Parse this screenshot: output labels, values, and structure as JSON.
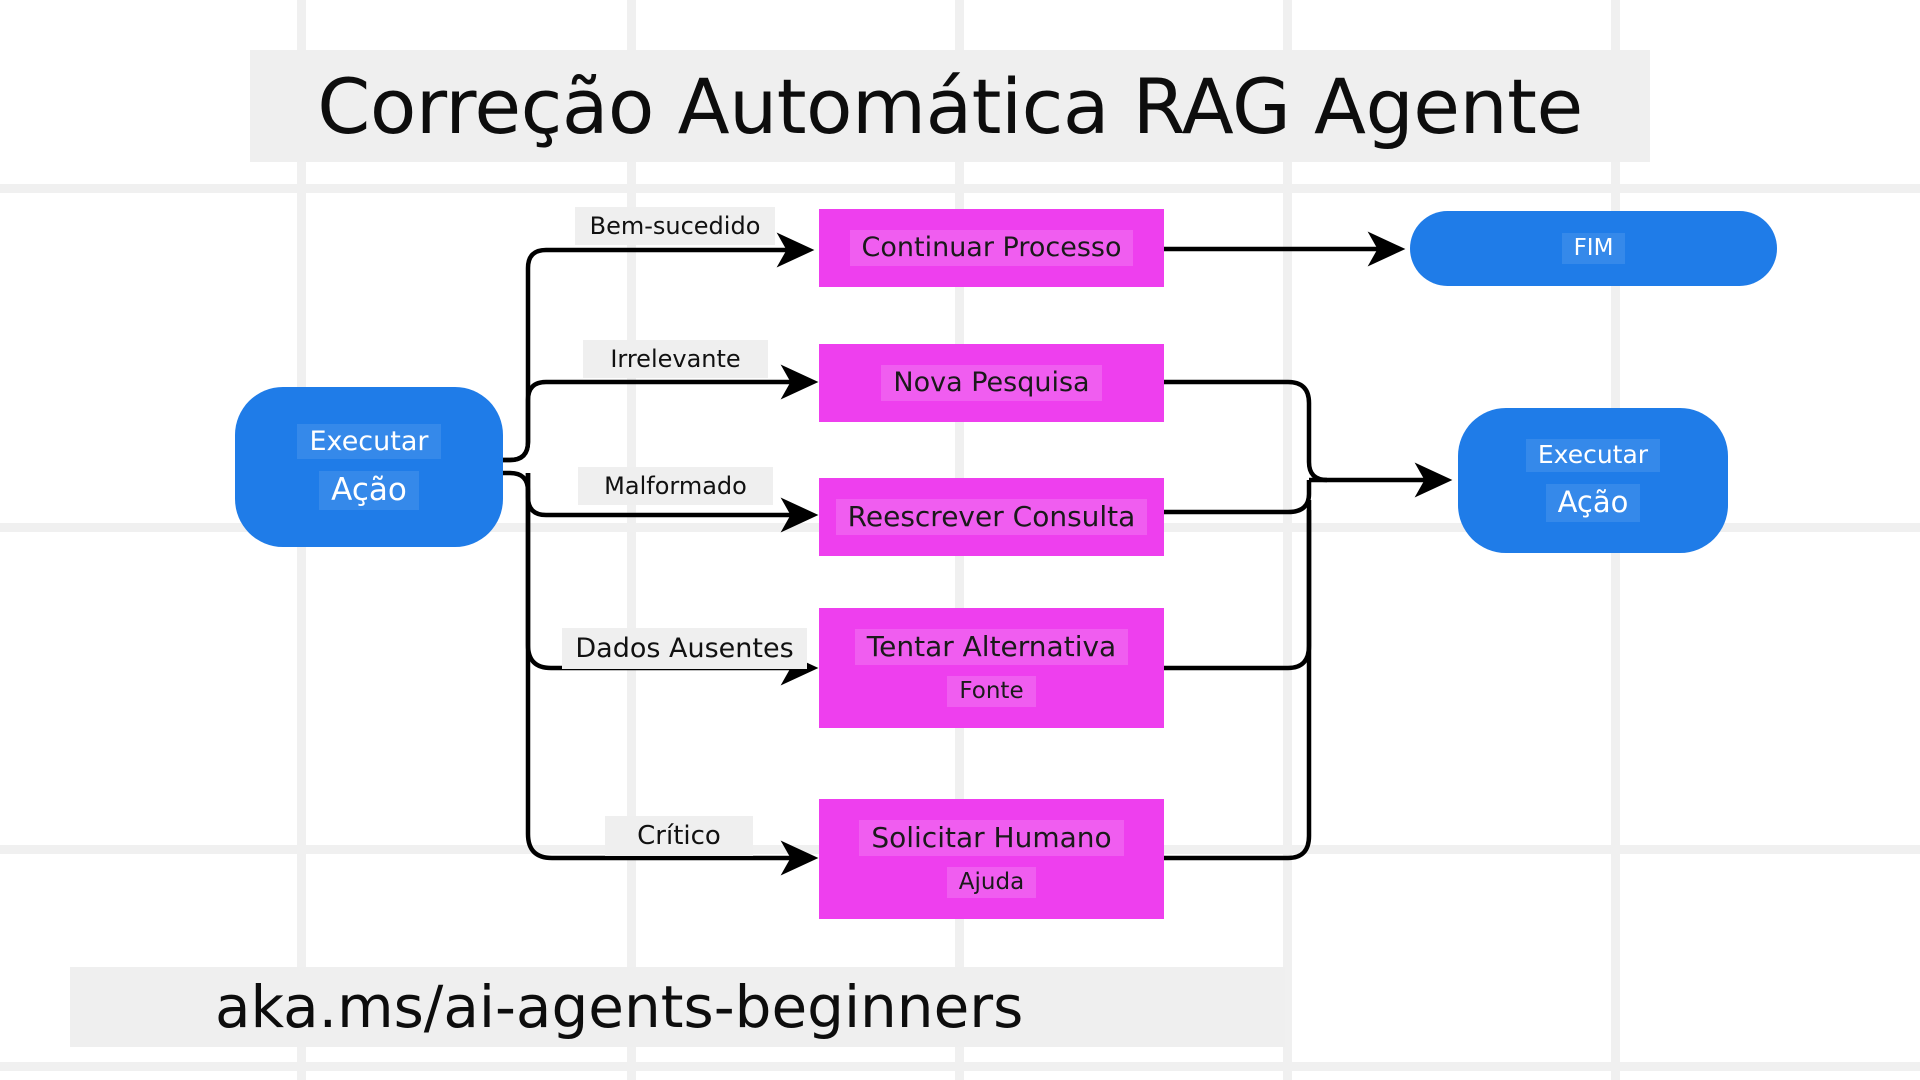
{
  "title": {
    "text": "Correção Automática RAG Agente"
  },
  "footer": {
    "text": "aka.ms/ai-agents-beginners"
  },
  "colors": {
    "node_blue": "#1f7ce8",
    "node_magenta": "#ee3fee",
    "edge_stroke": "#000000",
    "label_background": "#efefef",
    "grid_line": "#f0f0f0",
    "canvas_background": "#ffffff"
  },
  "nodes": {
    "start": {
      "id": "executar-acao-start",
      "line1": "Executar",
      "line2": "Ação",
      "shape": "rounded-rectangle",
      "color": "#1f7ce8"
    },
    "continue_process": {
      "id": "continuar-processo",
      "line1": "Continuar Processo",
      "line2": "",
      "shape": "rectangle",
      "color": "#ee3fee"
    },
    "new_search": {
      "id": "nova-pesquisa",
      "line1": "Nova Pesquisa",
      "line2": "",
      "shape": "rectangle",
      "color": "#ee3fee"
    },
    "rewrite_query": {
      "id": "reescrever-consulta",
      "line1": "Reescrever Consulta",
      "line2": "",
      "shape": "rectangle",
      "color": "#ee3fee"
    },
    "alternative_source": {
      "id": "tentar-alternativa-fonte",
      "line1": "Tentar Alternativa",
      "line2": "Fonte",
      "shape": "rectangle",
      "color": "#ee3fee"
    },
    "human_help": {
      "id": "solicitar-humano-ajuda",
      "line1": "Solicitar Humano",
      "line2": "Ajuda",
      "shape": "rectangle",
      "color": "#ee3fee"
    },
    "end": {
      "id": "fim",
      "line1": "FIM",
      "line2": "",
      "shape": "pill",
      "color": "#1f7ce8"
    },
    "loop_back": {
      "id": "executar-acao-loop",
      "line1": "Executar",
      "line2": "Ação",
      "shape": "rounded-rectangle",
      "color": "#1f7ce8"
    }
  },
  "edge_labels": {
    "successful": "Bem-sucedido",
    "irrelevant": "Irrelevante",
    "malformed": "Malformado",
    "missing_data": "Dados Ausentes",
    "critical": "Crítico"
  }
}
